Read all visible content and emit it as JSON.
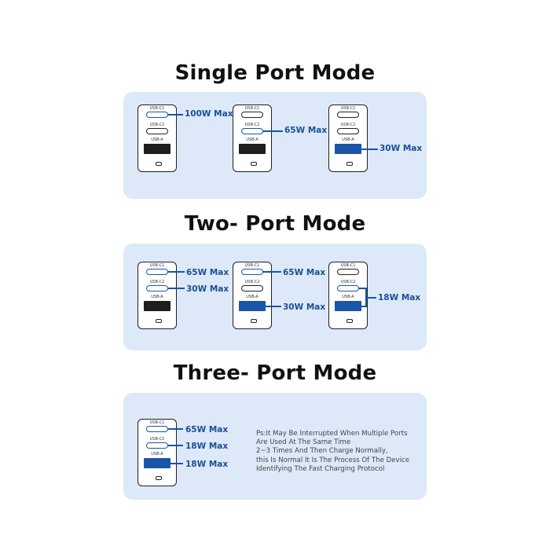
{
  "sections": {
    "single": {
      "title": "Single Port Mode",
      "labels": [
        "100W Max",
        "65W Max",
        "30W Max"
      ]
    },
    "two": {
      "title": "Two- Port Mode",
      "labels": [
        "65W Max",
        "30W Max",
        "65W Max",
        "30W Max",
        "18W Max"
      ]
    },
    "three": {
      "title": "Three- Port Mode",
      "labels": [
        "65W Max",
        "18W Max",
        "18W Max"
      ]
    }
  },
  "ports": {
    "c1": "USB-C1",
    "c2": "USB-C2",
    "a": "USB-A"
  },
  "note": [
    "Ps:It May Be Interrupted When Multiple Ports",
    "Are Used At The Same Time",
    "2~3 Times And Then Charge Normally,",
    "this Is Normal It Is The Process Of The Device",
    "Identifying The Fast Charging Protocol"
  ],
  "colors": {
    "accent": "#1a55a8",
    "panel": "#dde9f8",
    "title": "#111111"
  }
}
